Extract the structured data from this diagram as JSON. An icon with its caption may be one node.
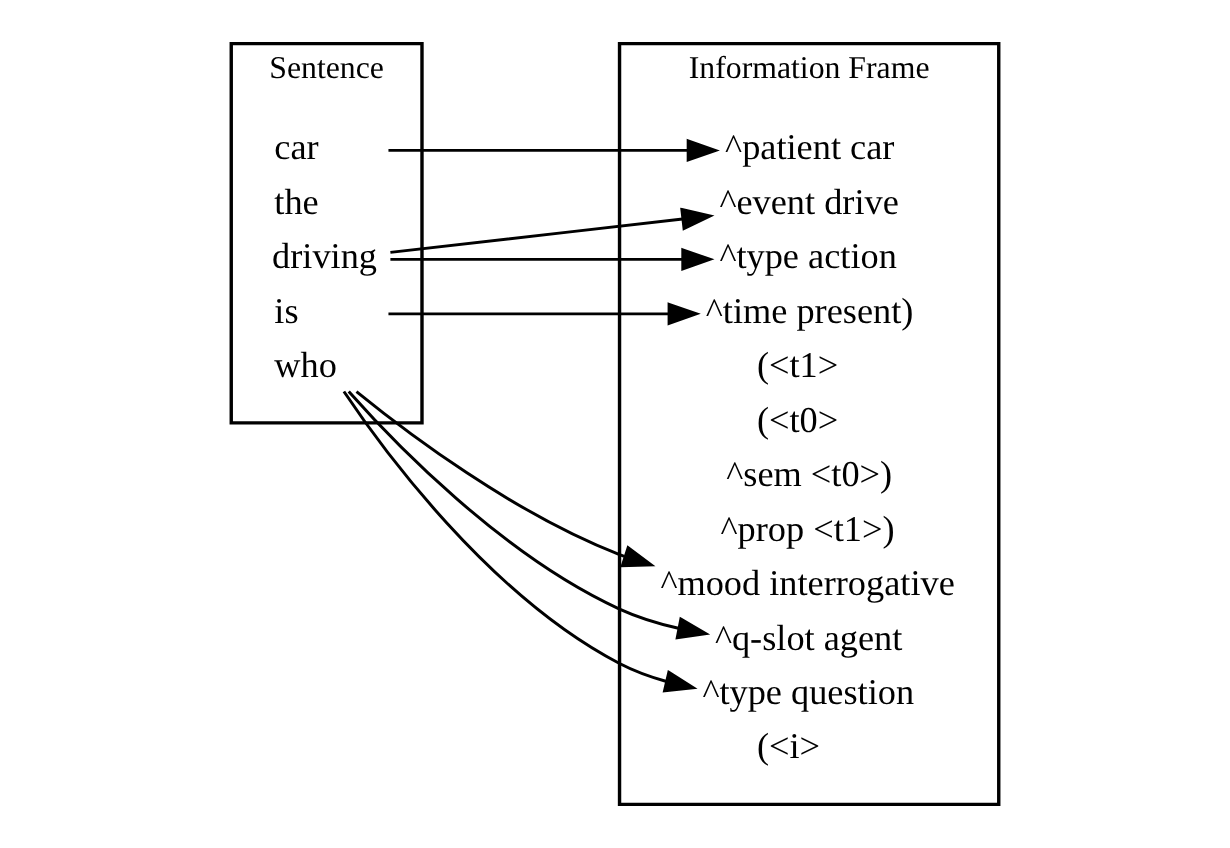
{
  "diagram": {
    "nodes": [
      {
        "text": [
          "Sentence"
        ]
      },
      {
        "text": [
          "who"
        ],
        "in": 0
      },
      {
        "text": [
          "is"
        ],
        "in": 0
      },
      {
        "text": [
          "driving"
        ],
        "in": 0
      },
      {
        "text": [
          "the"
        ],
        "in": 0
      },
      {
        "text": [
          "car"
        ],
        "in": 0
      },
      {
        "text": [
          "Information Frame"
        ]
      },
      {
        "text": [
          "(<i>"
        ],
        "in": 6
      },
      {
        "text": [
          "^mood interrogative"
        ],
        "in": 6
      },
      {
        "text": [
          "^sem <t0>)"
        ],
        "in": 6
      },
      {
        "text": [
          "(<t0>"
        ],
        "in": 6
      },
      {
        "text": [
          "^type question"
        ],
        "in": 6
      },
      {
        "text": [
          "^q-slot agent"
        ],
        "in": 6
      },
      {
        "text": [
          "^prop <t1>)"
        ],
        "in": 6
      },
      {
        "text": [
          "(<t1>"
        ],
        "in": 6
      },
      {
        "text": [
          "^type action"
        ],
        "in": 6
      },
      {
        "text": [
          "^event drive"
        ],
        "in": 6
      },
      {
        "text": [
          "^patient car"
        ],
        "in": 6
      },
      {
        "text": [
          "^time present)"
        ],
        "in": 6
      }
    ],
    "edges": [
      {
        "from": 1,
        "to": 8,
        "arrow": "to"
      },
      {
        "from": 1,
        "to": 11,
        "arrow": "to"
      },
      {
        "from": 1,
        "to": 12,
        "arrow": "to"
      },
      {
        "from": 2,
        "to": 18,
        "arrow": "to"
      },
      {
        "from": 3,
        "to": 15,
        "arrow": "to"
      },
      {
        "from": 3,
        "to": 16,
        "arrow": "to"
      },
      {
        "from": 5,
        "to": 17,
        "arrow": "to"
      }
    ]
  }
}
